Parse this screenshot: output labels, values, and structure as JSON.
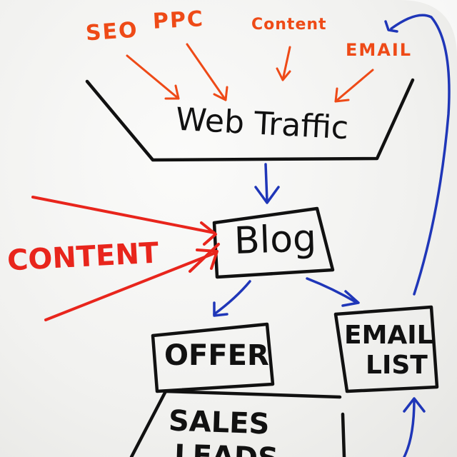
{
  "colors": {
    "orange_marker": "#ee4a17",
    "red_marker": "#e8251c",
    "blue_marker": "#1f36b8",
    "black_marker": "#111111",
    "whiteboard": "#f4f4f2"
  },
  "traffic_sources": {
    "seo": "SEO",
    "ppc": "PPC",
    "content": "Content",
    "email": "EMAIL"
  },
  "funnel": {
    "label": "Web Traffic"
  },
  "blog_box": {
    "label": "Blog"
  },
  "content_input": {
    "label": "CONTENT"
  },
  "offer_box": {
    "label": "OFFER"
  },
  "email_list_box": {
    "line1": "EMAIL",
    "line2": "LIST"
  },
  "sales_leads": {
    "line1": "SALES",
    "line2": "LEADS"
  }
}
